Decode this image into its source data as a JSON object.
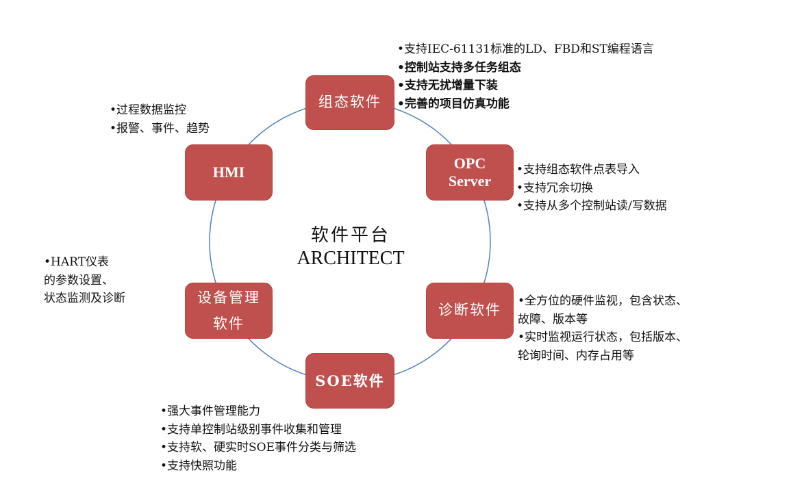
{
  "center": {
    "title_cn": "软件平台",
    "title_en": "ARCHITECT"
  },
  "colors": {
    "node_fill": "#c0504d",
    "ring_stroke": "#4f81bd",
    "text": "#111111"
  },
  "nodes": [
    {
      "id": "config",
      "label_lines": [
        "组态软件"
      ]
    },
    {
      "id": "opc",
      "label_lines": [
        "OPC",
        "Server"
      ]
    },
    {
      "id": "diag",
      "label_lines": [
        "诊断软件"
      ]
    },
    {
      "id": "soe",
      "label_lines": [
        "SOE软件"
      ]
    },
    {
      "id": "device",
      "label_lines": [
        "设备管理",
        "软件"
      ]
    },
    {
      "id": "hmi",
      "label_lines": [
        "HMI"
      ]
    }
  ],
  "notes": {
    "config": [
      "•支持IEC-61131标准的LD、FBD和ST编程语言",
      "•控制站支持多任务组态",
      "•支持无扰增量下装",
      "•完善的项目仿真功能"
    ],
    "opc": [
      "•支持组态软件点表导入",
      "•支持冗余切换",
      "•支持从多个控制站读/写数据"
    ],
    "diag": [
      "•全方位的硬件监视，包含状态、",
      "故障、版本等",
      "•实时监视运行状态，包括版本、",
      "轮询时间、内存占用等"
    ],
    "soe": [
      "•强大事件管理能力",
      "•支持单控制站级别事件收集和管理",
      "•支持软、硬实时SOE事件分类与筛选",
      "•支持快照功能"
    ],
    "device": [
      "•HART仪表",
      "的参数设置、",
      "状态监测及诊断"
    ],
    "hmi": [
      "•过程数据监控",
      "•报警、事件、趋势"
    ]
  }
}
